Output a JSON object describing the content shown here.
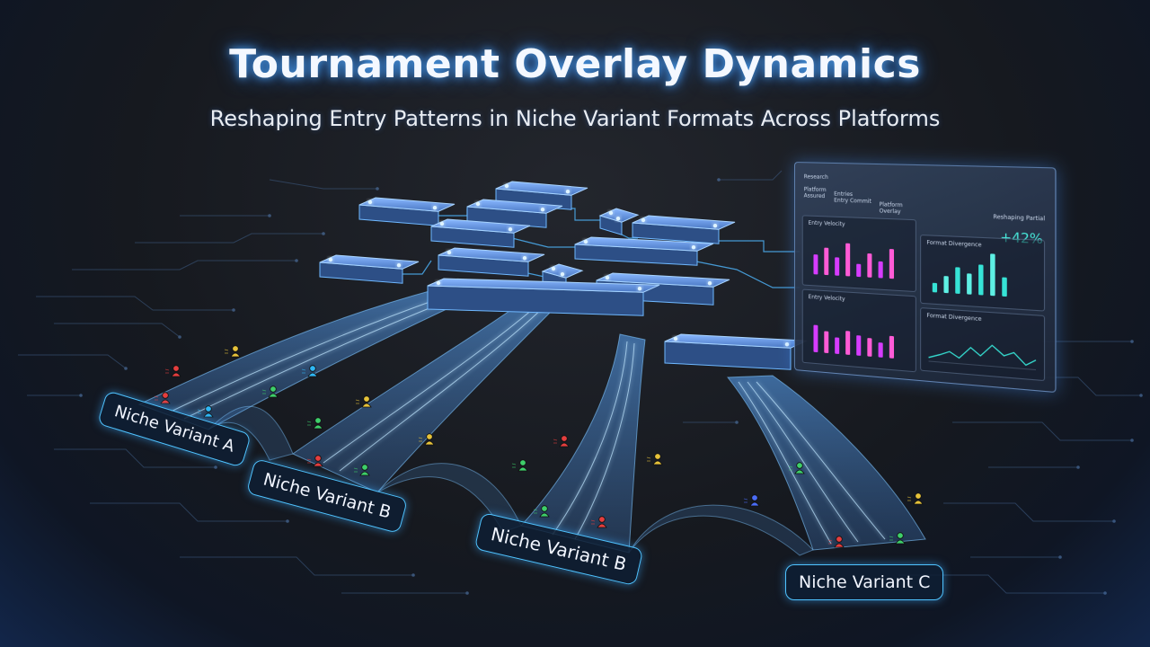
{
  "title": "Tournament Overlay Dynamics",
  "subtitle": "Reshaping Entry Patterns in Niche Variant Formats Across Platforms",
  "labels": {
    "variant_a": "Niche Variant A",
    "variant_b1": "Niche Variant B",
    "variant_b2": "Niche Variant B",
    "variant_c": "Niche Variant C"
  },
  "panel": {
    "header": "Research",
    "header_right": "Reshaping Partial",
    "metric": "+42%",
    "chart1_title": "Entry Velocity",
    "chart2_title": "Format Divergence",
    "chart3_title": "Entry Velocity",
    "chart4_title": "Format Divergence",
    "row_labels": [
      "Platform",
      "Assured",
      "Entries",
      "Entry Commit",
      "Platform",
      "Overlay"
    ]
  },
  "colors": {
    "accent_cyan": "#4fc3ff",
    "bar_magenta": "#d63cff",
    "bar_teal": "#36e3d6",
    "person_colors": [
      "#e53e3e",
      "#e6c23a",
      "#3ecf6a",
      "#2fb7f5",
      "#4a6cf7"
    ]
  }
}
